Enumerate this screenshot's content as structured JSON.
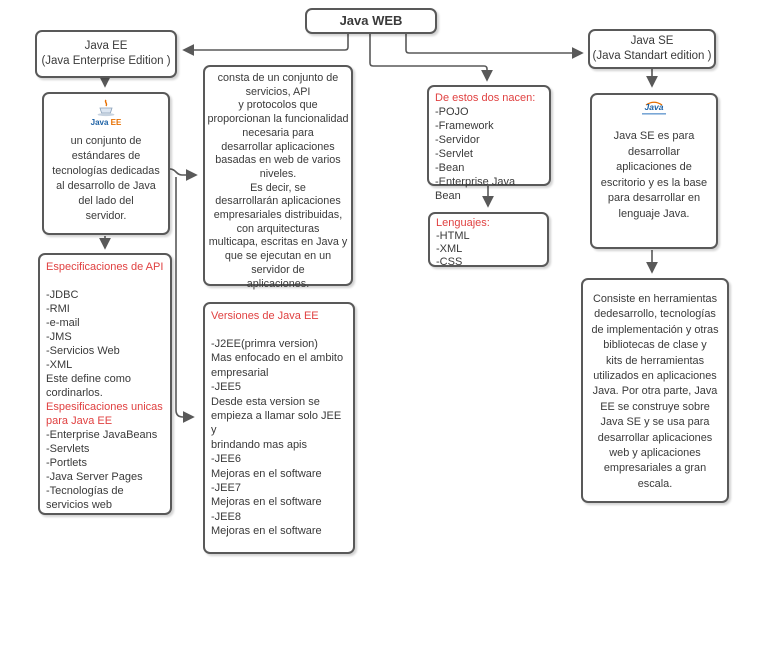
{
  "colors": {
    "border": "#595959",
    "red": "#e04141",
    "text": "#3a3a3a",
    "logo_blue": "#1c61a5",
    "logo_orange": "#e76f00"
  },
  "root": {
    "title": "Java WEB"
  },
  "java_ee": {
    "title": "Java EE\n(Java Enterprise Edition )",
    "logo": {
      "icon": "java-ee-coffee-cup-logo",
      "text_java": "Java ",
      "text_ee": "EE"
    },
    "description": "un conjunto de\nestándares de\ntecnologías dedicadas\nal desarrollo de Java\ndel lado del\nservidor.",
    "api_specs": {
      "heading": "Especificaciones de API",
      "items": "-JDBC\n-RMI\n-e-mail\n-JMS\n-Servicios Web\n-XML\nEste define como\ncordinarlos.",
      "subheading": "Espesificaciones unicas\npara Java EE",
      "unique_items": "-Enterprise JavaBeans\n-Servlets\n-Portlets\n-Java Server Pages\n-Tecnologías de\nservicios web"
    },
    "definition": "consta de un conjunto de\nservicios, API\ny protocolos que\nproporcionan la funcionalidad\nnecesaria para\ndesarrollar aplicaciones\nbasadas en web de varios\nniveles.\nEs decir, se\ndesarrollarán aplicaciones\nempresariales distribuidas,\ncon arquitecturas\nmulticapa, escritas en Java y\nque se ejecutan en un\nservidor de\naplicaciones.",
    "versions": {
      "heading": "Versiones de Java EE",
      "items": "-J2EE(primra version)\nMas enfocado en el ambito\nempresarial\n-JEE5\nDesde esta version se\nempieza a llamar solo JEE y\nbrindando mas apis\n-JEE6\nMejoras en el software\n-JEE7\nMejoras en el software\n-JEE8\nMejoras en el software"
    }
  },
  "offspring": {
    "heading": "De estos dos nacen:",
    "items": "-POJO\n-Framework\n-Servidor\n-Servlet\n-Bean\n-Enterprise Java Bean"
  },
  "languages": {
    "heading": "Lenguajes:",
    "items": "-HTML\n-XML\n-CSS"
  },
  "java_se": {
    "title": "Java SE\n(Java Standart edition )",
    "logo": {
      "icon": "java-cup-logo",
      "text": "Java"
    },
    "description": "Java SE es para\ndesarrollar\naplicaciones de\nescritorio y es la base\npara desarrollar en\nlenguaje Java.",
    "detail": "Consiste en herramientas\ndedesarrollo, tecnologías\nde implementación y otras\nbibliotecas de clase y\nkits de herramientas\nutilizados en aplicaciones\nJava. Por otra parte, Java\nEE se construye sobre\nJava SE y se usa para\ndesarrollar aplicaciones\nweb y aplicaciones\nempresariales a gran\nescala."
  }
}
